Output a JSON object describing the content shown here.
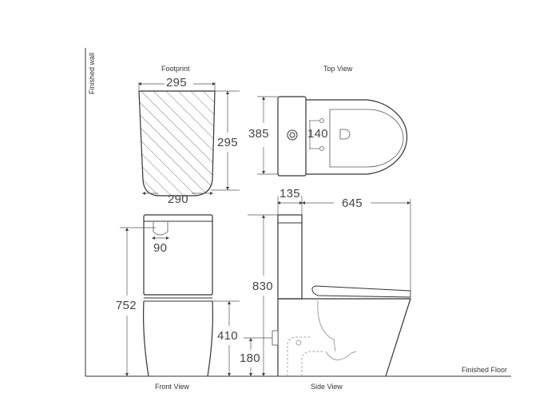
{
  "diagram": {
    "labels": {
      "finished_wall": "Finished wall",
      "finished_floor": "Finished Floor",
      "footprint": "Footprint",
      "top_view": "Top View",
      "front_view": "Front View",
      "side_view": "Side View"
    },
    "dimensions": {
      "footprint_top_width": "295",
      "footprint_depth": "295",
      "footprint_bottom_width": "290",
      "top_view_width": "385",
      "bolt_spacing": "140",
      "cistern_depth": "135",
      "pan_projection": "645",
      "button_width": "90",
      "overall_height_front": "752",
      "overall_height_side": "830",
      "seat_height": "410",
      "waste_height": "180"
    },
    "colors": {
      "line": "#333333",
      "dimension_line": "#555555",
      "hatch": "#555555",
      "background": "#ffffff"
    }
  }
}
